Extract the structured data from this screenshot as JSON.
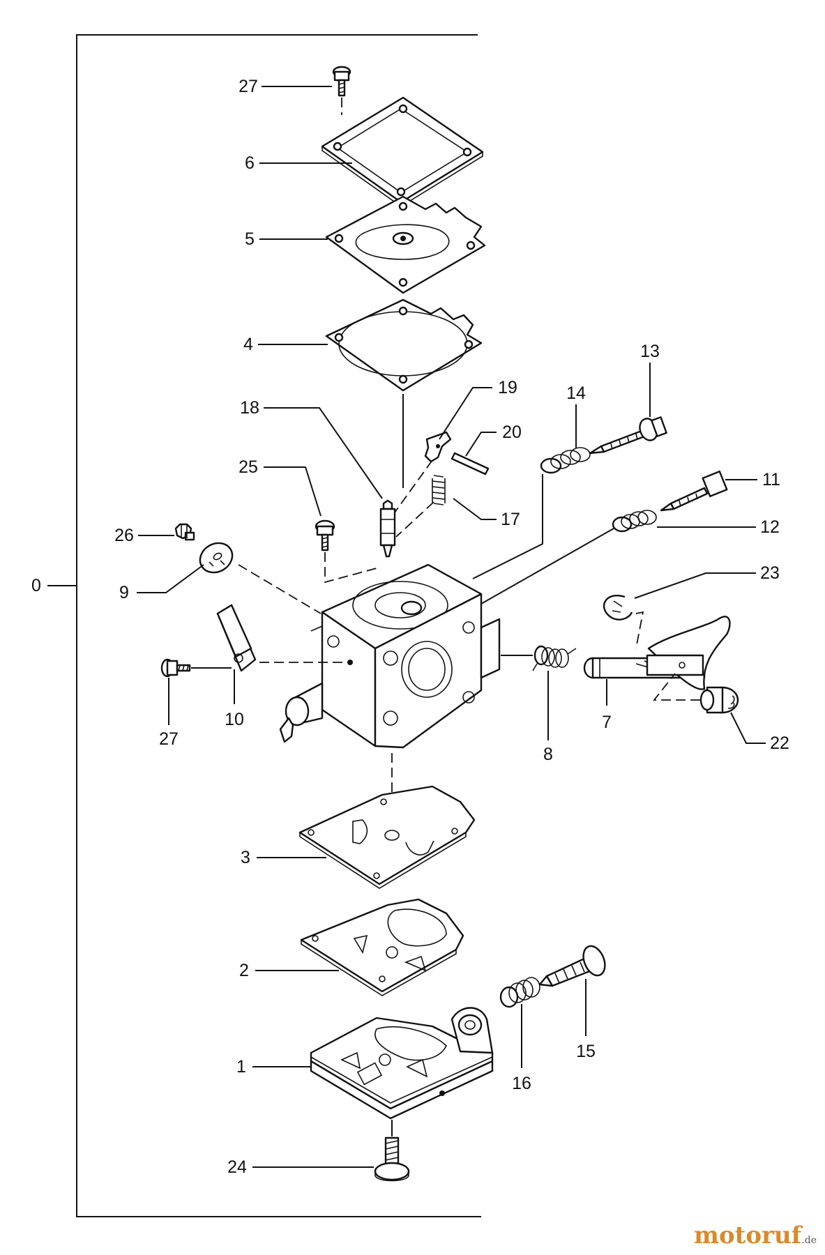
{
  "parts": [
    {
      "id": "p0",
      "number": "0"
    },
    {
      "id": "p1",
      "number": "1"
    },
    {
      "id": "p2",
      "number": "2"
    },
    {
      "id": "p3",
      "number": "3"
    },
    {
      "id": "p4",
      "number": "4"
    },
    {
      "id": "p5",
      "number": "5"
    },
    {
      "id": "p6",
      "number": "6"
    },
    {
      "id": "p7",
      "number": "7"
    },
    {
      "id": "p8",
      "number": "8"
    },
    {
      "id": "p9",
      "number": "9"
    },
    {
      "id": "p10",
      "number": "10"
    },
    {
      "id": "p11",
      "number": "11"
    },
    {
      "id": "p12",
      "number": "12"
    },
    {
      "id": "p13",
      "number": "13"
    },
    {
      "id": "p14",
      "number": "14"
    },
    {
      "id": "p15",
      "number": "15"
    },
    {
      "id": "p16",
      "number": "16"
    },
    {
      "id": "p17",
      "number": "17"
    },
    {
      "id": "p18",
      "number": "18"
    },
    {
      "id": "p19",
      "number": "19"
    },
    {
      "id": "p20",
      "number": "20"
    },
    {
      "id": "p22",
      "number": "22"
    },
    {
      "id": "p23",
      "number": "23"
    },
    {
      "id": "p24",
      "number": "24"
    },
    {
      "id": "p25",
      "number": "25"
    },
    {
      "id": "p26",
      "number": "26"
    },
    {
      "id": "p27a",
      "number": "27"
    },
    {
      "id": "p27b",
      "number": "27"
    }
  ],
  "watermark": {
    "brand": "motoruf",
    "tld": ".de"
  },
  "colors": {
    "line": "#111111",
    "background": "#ffffff",
    "watermark": "#d98a2b"
  }
}
